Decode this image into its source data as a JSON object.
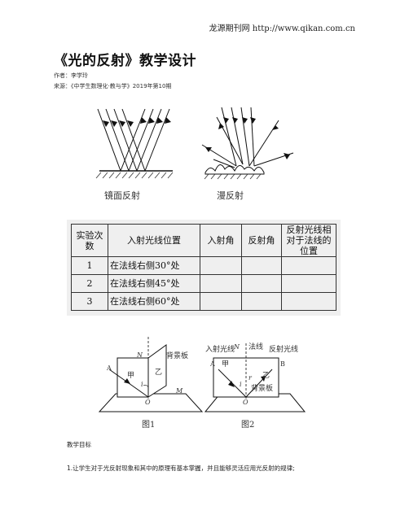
{
  "header": {
    "source_line": "龙源期刊网 http://www.qikan.com.cn"
  },
  "title": "《光的反射》教学设计",
  "meta": {
    "author": "作者：李学玲",
    "source": "来源：《中学生数理化·教与学》2019年第10期"
  },
  "figure1": {
    "caption_left": "镜面反射",
    "caption_right": "漫反射"
  },
  "table": {
    "headers": [
      "实验次数",
      "入射光线位置",
      "入射角",
      "反射角",
      "反射光线相对于法线的位置"
    ],
    "rows": [
      {
        "n": "1",
        "pos": "在法线右侧30°处"
      },
      {
        "n": "2",
        "pos": "在法线右侧45°处"
      },
      {
        "n": "3",
        "pos": "在法线右侧60°处"
      }
    ]
  },
  "figure2": {
    "fig1": {
      "board": "背景板",
      "N": "N",
      "A": "A",
      "jia": "甲",
      "yi": "乙",
      "i": "i",
      "O": "O",
      "M": "M",
      "caption": "图1"
    },
    "fig2": {
      "incident": "入射光线",
      "N": "N",
      "normal": "法线",
      "reflected": "反射光线",
      "A": "A",
      "B": "B",
      "jia": "甲",
      "yi": "乙",
      "i": "i",
      "r": "r",
      "board": "背景板",
      "O": "O",
      "caption": "图2"
    }
  },
  "section_title": "教学目标",
  "objective1": "1.让学生对于光反射现象和其中的原理有基本掌握，并且能够灵活应用光反射的规律;"
}
